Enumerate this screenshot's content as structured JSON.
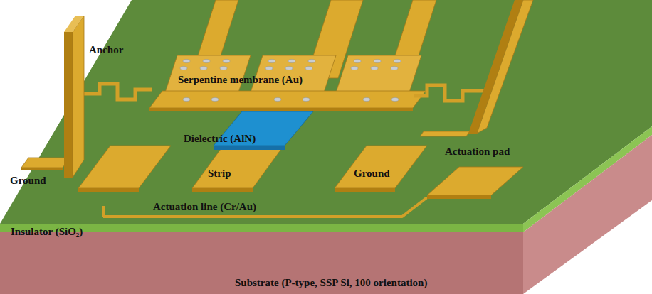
{
  "diagram": {
    "labels": [
      "Anchor",
      "Serpentine membrane (Au)",
      "Dielectric (AlN)",
      "Ground",
      "Strip",
      "Ground",
      "Actuation pad",
      "Actuation line (Cr/Au)",
      "Insulator (SiO₂)",
      "Substrate (P-type, SSP Si, 100 orientation)"
    ]
  }
}
